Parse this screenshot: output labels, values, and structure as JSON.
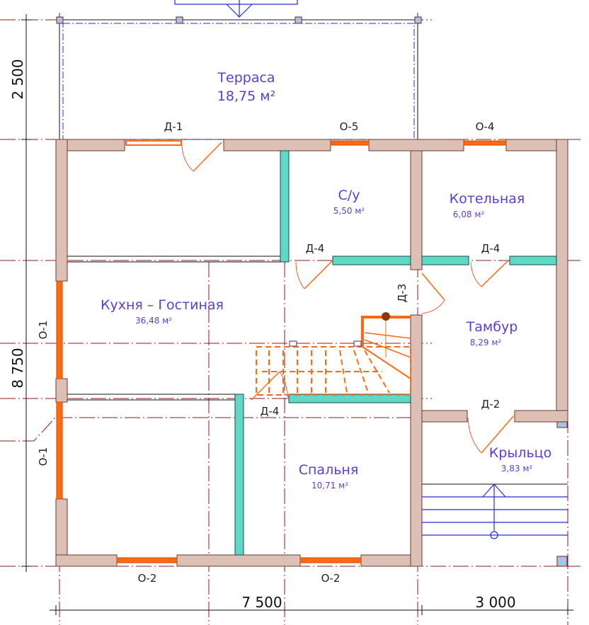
{
  "rooms": [
    {
      "name": "Терраса",
      "area": "18,75 м²"
    },
    {
      "name": "С/у",
      "area": "5,50 м²"
    },
    {
      "name": "Котельная",
      "area": "6,08 м²"
    },
    {
      "name": "Кухня – Гостиная",
      "area": "36,48 м²"
    },
    {
      "name": "Тамбур",
      "area": "8,29 м²"
    },
    {
      "name": "Спальня",
      "area": "10,71 м²"
    },
    {
      "name": "Крыльцо",
      "area": "3,83 м²"
    }
  ],
  "marks": {
    "d1": "Д-1",
    "o5": "О-5",
    "o4": "О-4",
    "d4a": "Д-4",
    "d4b": "Д-4",
    "d4c": "Д-4",
    "d3": "Д-3",
    "d2": "Д-2",
    "o1a": "О-1",
    "o1b": "О-1",
    "o2a": "О-2",
    "o2b": "О-2"
  },
  "dimensions": {
    "terrace_depth": "2 500",
    "house_depth": "8 750",
    "house_width": "7 500",
    "porch_width": "3 000"
  },
  "colors": {
    "wall": "#dcc0b5",
    "partition": "#5fd8c8",
    "window": "#ff6a10",
    "label": "#5a3ed6",
    "axis": "#8b1a1a"
  }
}
